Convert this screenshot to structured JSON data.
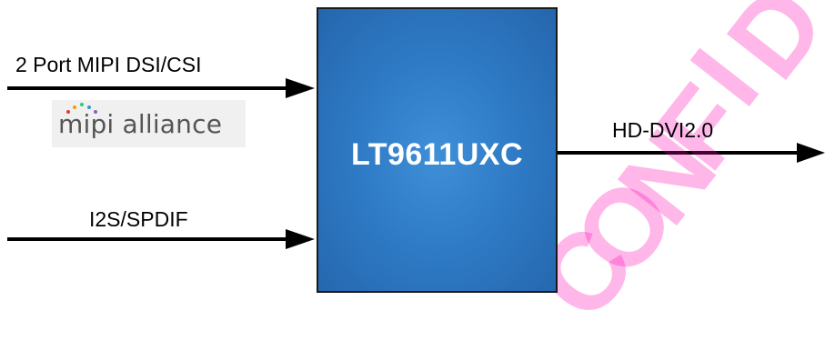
{
  "diagram": {
    "inputs": [
      {
        "label": "2 Port MIPI DSI/CSI"
      },
      {
        "label": "I2S/SPDIF"
      }
    ],
    "chip": {
      "name": "LT9611UXC",
      "fill": "#2f7bc6",
      "border": "#1a1a1a"
    },
    "output": {
      "label": "HD-DVI2.0"
    },
    "logo": {
      "text": "mipi alliance"
    },
    "watermark": {
      "text": "CONFIDENTIAL",
      "color": "#ff00b4"
    }
  }
}
